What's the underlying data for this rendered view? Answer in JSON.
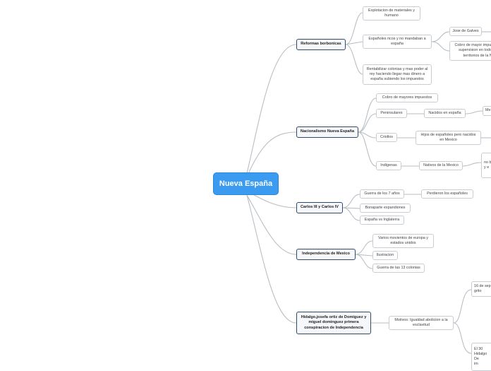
{
  "root": "Nueva España",
  "topics": {
    "reformas": "Reformas borbonicas",
    "nacionalismo": "Nacionalismo Nueva España",
    "carlos": "Carlos III y Carlos IV",
    "independencia": "Independencia de Mexico",
    "hidalgo": "Hidalgo,josefa ortiz de Domiguez y miguel dominguez primera conspiracion de Independencia"
  },
  "subtopics": {
    "explotacion": "Explotacion de materiales y humano",
    "espanoles_ricos": "Españoles ricos y no mandaban a españa",
    "jose_galves": "Jose de Galves",
    "cobro_mayor": "Cobro de mayor impuestos y supervision en todos los territorios de la NE",
    "rentabilizar": "Rentabilizar colonias y mas poder al rey haciendo llegar mas dinero a españa subiendo los impuestos",
    "cobro_impuestos": "Cobro de mayores impuestos",
    "peninsulares": "Peninsulares",
    "nacidos_espana": "Nacidos en españa",
    "me_cut": "Me",
    "criollos": "Criollos",
    "hijos_espanoles": "Hijos de españoles pero nacidos en Mexico",
    "indigenas": "Indigenas",
    "nativos": "Nativos de la Mexico",
    "cut_lines": "no b\ny e",
    "guerra_7": "Guerra de los 7 años",
    "perdieron": "Perdieron los españoles",
    "bonaparte": "Bonaparte expandiones",
    "espana_inglaterra": "España vs Inglaterra",
    "varios_movientos": "Varios movientos de europa y estados unidos",
    "ilustracion": "Ilustracion",
    "guerra_13": "Guerra de las 13 colonias",
    "motivos": "Motivos: Igualdad abolicion a la esclavitud",
    "sep16": "16 de sep\ngrito",
    "el30": "El 30\nHidalgo\nDe\nim"
  }
}
